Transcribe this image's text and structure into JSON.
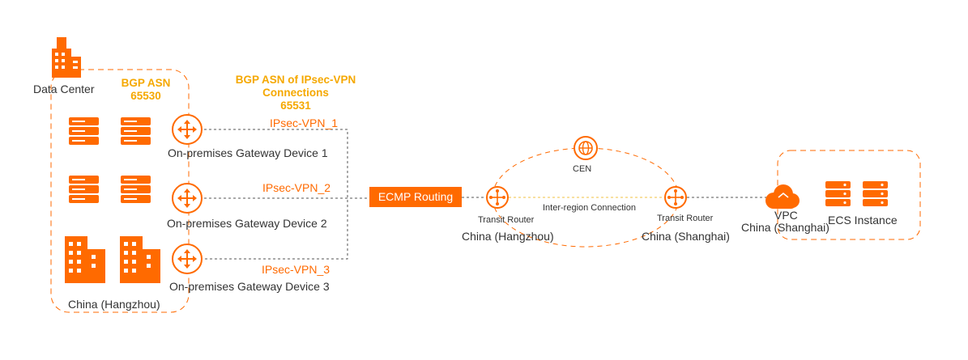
{
  "colors": {
    "accent": "#ff6a00",
    "asn": "#f5a800",
    "text": "#333333",
    "link": "#555555",
    "inter_region": "#f0c040"
  },
  "data_center": {
    "label": "Data Center",
    "region": "China (Hangzhou)",
    "bgp_asn_title": "BGP ASN",
    "bgp_asn_value": "65530",
    "gateways": [
      {
        "label": "On-premises Gateway Device 1",
        "tunnel": "IPsec-VPN_1"
      },
      {
        "label": "On-premises Gateway Device 2",
        "tunnel": "IPsec-VPN_2"
      },
      {
        "label": "On-premises Gateway Device 3",
        "tunnel": "IPsec-VPN_3"
      }
    ]
  },
  "ipsec_asn": {
    "line1": "BGP ASN of IPsec-VPN",
    "line2": "Connections",
    "value": "65531"
  },
  "ecmp": {
    "label": "ECMP Routing"
  },
  "cen": {
    "label": "CEN",
    "link_label": "Inter-region Connection",
    "routers": [
      {
        "role": "Transit Router",
        "region": "China (Hangzhou)"
      },
      {
        "role": "Transit Router",
        "region": "China (Shanghai)"
      }
    ]
  },
  "vpc": {
    "label": "VPC",
    "region": "China (Shanghai)",
    "instance_label": "ECS Instance"
  }
}
